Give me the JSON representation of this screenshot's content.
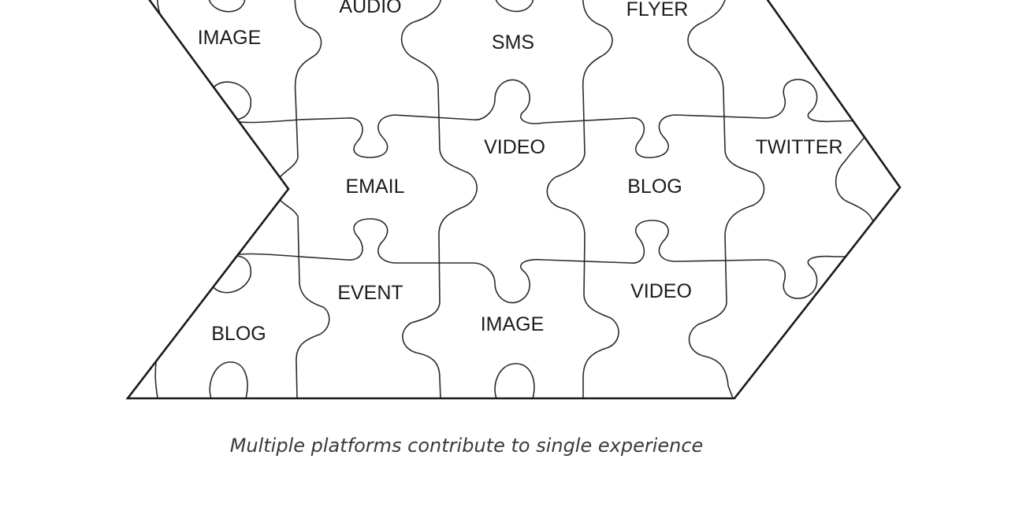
{
  "labels": {
    "image_top": "IMAGE",
    "audio": "AUDIO",
    "sms": "SMS",
    "flyer": "FLYER",
    "video_mid": "VIDEO",
    "twitter": "TWITTER",
    "email": "EMAIL",
    "blog_mid": "BLOG",
    "event": "EVENT",
    "video_bottom": "VIDEO",
    "image_bottom": "IMAGE",
    "blog_bottom": "BLOG"
  },
  "caption": "Multiple platforms contribute to single experience"
}
